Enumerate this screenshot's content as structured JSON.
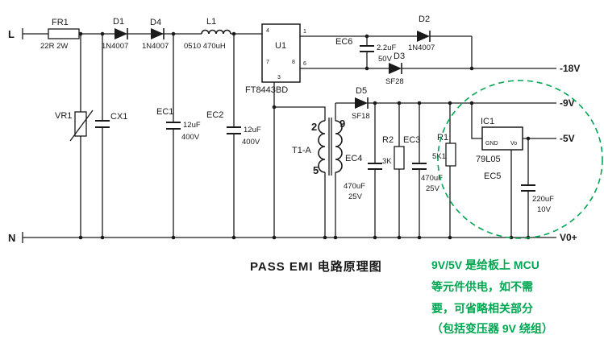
{
  "colors": {
    "wire": "#1a1a1a",
    "accent_green": "#00a651",
    "background": "#ffffff"
  },
  "title": "PASS EMI 电路原理图",
  "note": {
    "lines": [
      "9V/5V 是给板上 MCU",
      "等元件供电，如不需",
      "要，可省略相关部分",
      "（包括变压器 9V 绕组）"
    ]
  },
  "terminals": {
    "line": "L",
    "neutral": "N"
  },
  "outputs": {
    "v18": "-18V",
    "v9": "-9V",
    "v5": "-5V",
    "v0": "V0+"
  },
  "components": {
    "fr1": {
      "ref": "FR1",
      "value": "22R 2W"
    },
    "d1": {
      "ref": "D1",
      "value": "1N4007"
    },
    "d4": {
      "ref": "D4",
      "value": "1N4007"
    },
    "l1": {
      "ref": "L1",
      "value": "0510 470uH"
    },
    "vr1": {
      "ref": "VR1"
    },
    "cx1": {
      "ref": "CX1"
    },
    "ec1": {
      "ref": "EC1",
      "value": "12uF",
      "voltage": "400V"
    },
    "ec2": {
      "ref": "EC2",
      "value": "12uF",
      "voltage": "400V"
    },
    "u1": {
      "ref": "U1",
      "part": "FT8443BD",
      "pins": {
        "p4": "4",
        "p1": "1",
        "p7": "7",
        "p8": "8",
        "p6": "6",
        "p3": "3"
      }
    },
    "ec6": {
      "ref": "EC6",
      "value": "2.2uF",
      "voltage": "50V"
    },
    "d2": {
      "ref": "D2",
      "value": "1N4007"
    },
    "d3": {
      "ref": "D3",
      "value": "SF28"
    },
    "d5": {
      "ref": "D5",
      "value": "SF18"
    },
    "t1": {
      "ref": "T1-A",
      "pins": {
        "p2": "2",
        "p9": "9",
        "p5": "5"
      }
    },
    "ec4": {
      "ref": "EC4",
      "value": "470uF",
      "voltage": "25V"
    },
    "r2": {
      "ref": "R2",
      "value": "3K"
    },
    "ec3": {
      "ref": "EC3",
      "value": "470uF",
      "voltage": "25V"
    },
    "r1": {
      "ref": "R1",
      "value": "5K1"
    },
    "ic1": {
      "ref": "IC1",
      "part": "79L05",
      "pins": {
        "gnd": "GND",
        "vo": "Vo"
      }
    },
    "ec5": {
      "ref": "EC5",
      "value": "220uF",
      "voltage": "10V"
    }
  }
}
